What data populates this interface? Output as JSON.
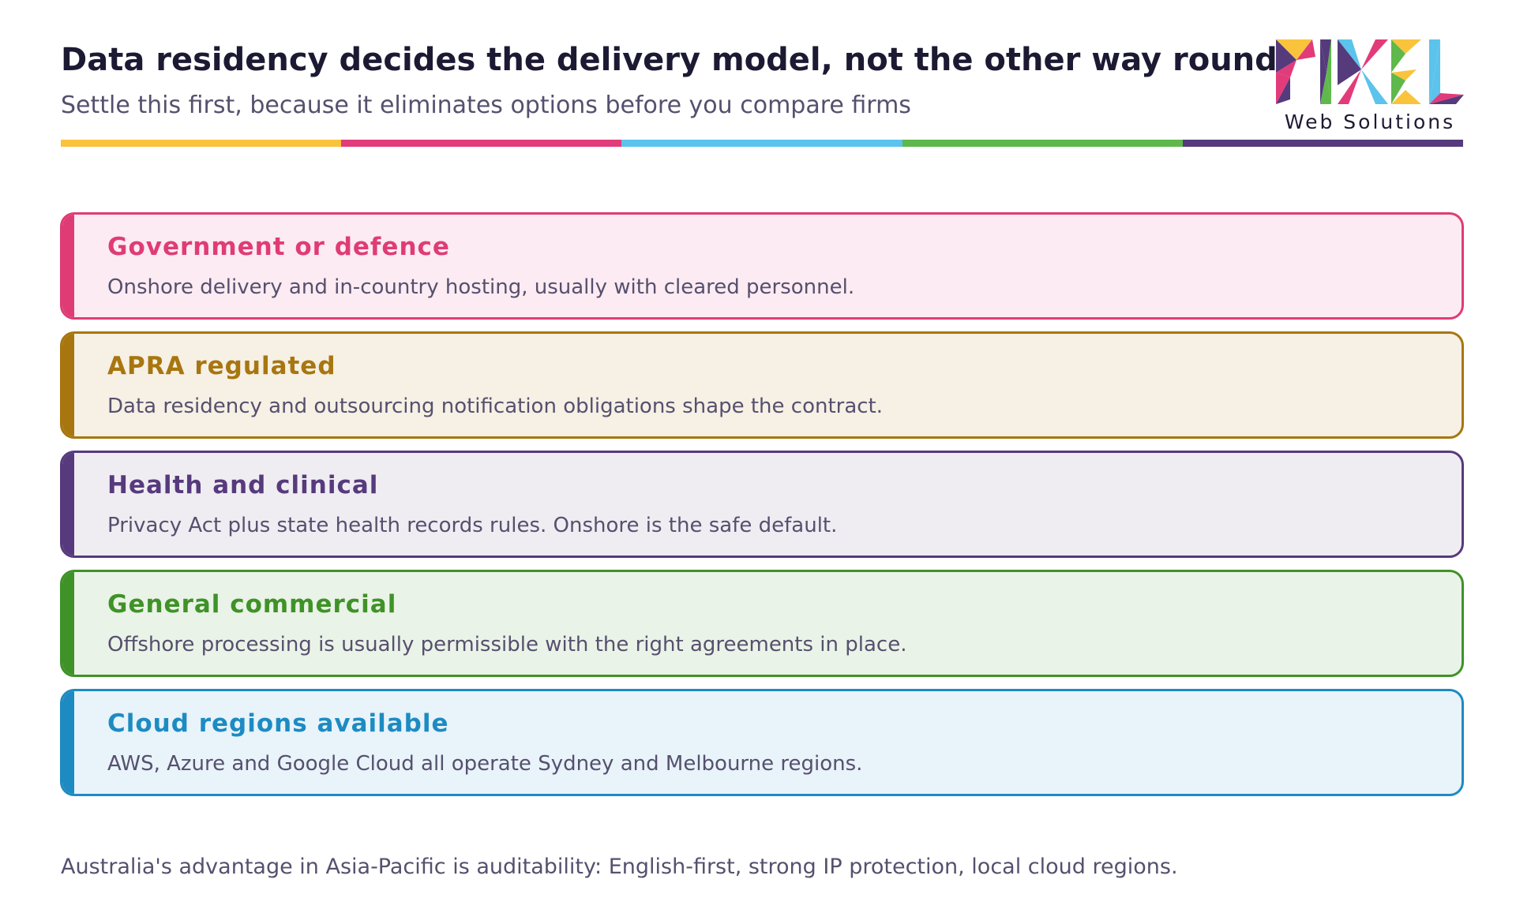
{
  "header": {
    "title": "Data residency decides the delivery model, not the other way round",
    "subtitle": "Settle this first, because it eliminates options before you compare firms"
  },
  "logo": {
    "icon": "pixel-logo-icon",
    "wordmark": "PIXEL",
    "tagline": "Web Solutions",
    "colors": [
      "#f9c33c",
      "#e23b7a",
      "#5bc3ec",
      "#5eb84b",
      "#553a7c"
    ]
  },
  "stripe": {
    "colors": [
      "#f9c33c",
      "#e23b7a",
      "#5bc3ec",
      "#5eb84b",
      "#553a7c"
    ]
  },
  "cards": [
    {
      "title": "Government or defence",
      "description": "Onshore delivery and in-country hosting, usually with cleared personnel.",
      "accent": "#df3c75",
      "background": "#fcebf2"
    },
    {
      "title": "APRA regulated",
      "description": "Data residency and outsourcing notification obligations shape the contract.",
      "accent": "#a8760f",
      "background": "#f6f0e5"
    },
    {
      "title": "Health and clinical",
      "description": "Privacy Act plus state health records rules. Onshore is the safe default.",
      "accent": "#573a7d",
      "background": "#efedf2"
    },
    {
      "title": "General commercial",
      "description": "Offshore processing is usually permissible with the right agreements in place.",
      "accent": "#3f9228",
      "background": "#eaf3e7"
    },
    {
      "title": "Cloud regions available",
      "description": "AWS, Azure and Google Cloud all operate Sydney and Melbourne regions.",
      "accent": "#1d8bc2",
      "background": "#e8f3fa"
    }
  ],
  "footer": {
    "note": "Australia's advantage in Asia-Pacific is auditability: English-first, strong IP protection, local cloud regions."
  }
}
